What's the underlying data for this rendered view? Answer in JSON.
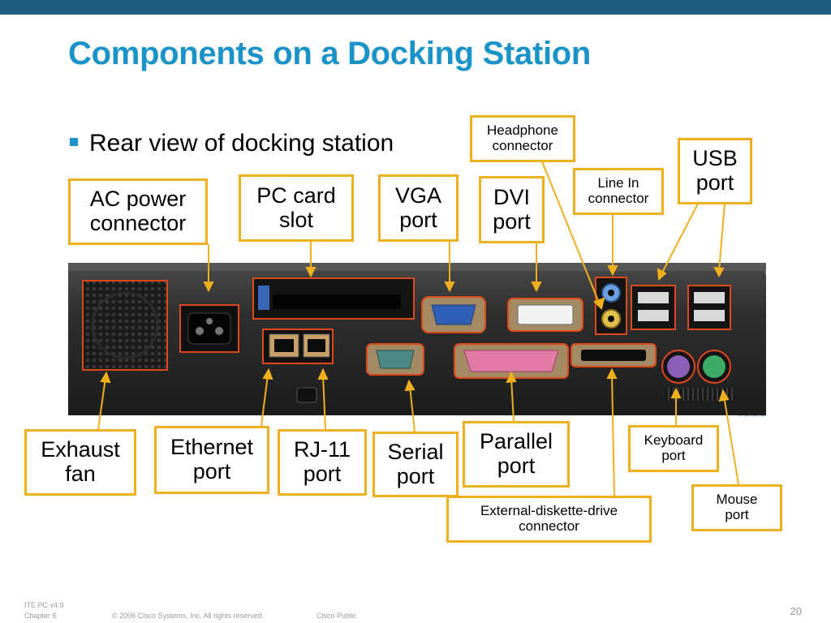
{
  "slide": {
    "title": "Components on a Docking Station",
    "bullet": "Rear view of docking station",
    "image_alt": "Rear view photograph of a docking station showing its ports"
  },
  "callouts": {
    "ac_power": "AC power\nconnector",
    "pc_card": "PC card\nslot",
    "vga": "VGA\nport",
    "dvi": "DVI\nport",
    "headphone": "Headphone\nconnector",
    "line_in": "Line In\nconnector",
    "usb": "USB\nport",
    "exhaust": "Exhaust\nfan",
    "ethernet": "Ethernet\nport",
    "rj11": "RJ-11\nport",
    "serial": "Serial\nport",
    "parallel": "Parallel\nport",
    "diskette": "External-diskette-drive\nconnector",
    "keyboard": "Keyboard\nport",
    "mouse": "Mouse\nport"
  },
  "footer": {
    "course": "ITE PC v4.0",
    "chapter": "Chapter 6",
    "copyright": "© 2006 Cisco Systems, Inc. All rights reserved.",
    "classification": "Cisco Public",
    "page": "20"
  },
  "colors": {
    "title": "#1a93c8",
    "top_bar": "#1c5d80",
    "callout_border": "#f0b01e",
    "highlight_box": "#e0481c",
    "device_body": "#2a2a2a"
  }
}
